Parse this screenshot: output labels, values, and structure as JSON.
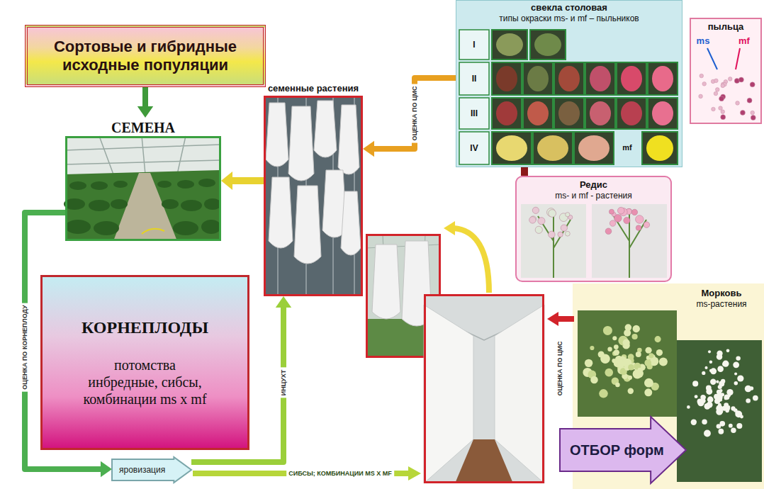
{
  "diagram": {
    "nodes": [
      {
        "text": [
          "Сортовые и гибридные исходные популяции"
        ]
      },
      {
        "text": [
          "СЕМЕНА"
        ]
      },
      {
        "text": [
          "семенные растения"
        ]
      },
      {
        "text": [
          "свекла столовая",
          "типы окраски ms- и mf – пыльников"
        ]
      },
      {
        "text": [
          "пыльца"
        ]
      },
      {
        "text": [
          "Редис",
          "ms- и mf - растения"
        ]
      },
      {
        "text": [
          "Морковь",
          "ms-растения"
        ]
      },
      {
        "text": [
          "КОРНЕПЛОДЫ",
          "потомства инбредные, сибсы, комбинации ms x mf"
        ]
      },
      {
        "text": [
          "яровизация"
        ]
      },
      {
        "text": [
          "ОТБОР форм"
        ]
      }
    ],
    "edges": [
      {
        "from": 0,
        "to": 1,
        "arrow": "to"
      },
      {
        "from": 3,
        "to": 2,
        "label": "ОЦЕНКА ПО ЦМС",
        "arrow": "to"
      },
      {
        "from": 2,
        "to": 1,
        "arrow": "to"
      },
      {
        "from": 1,
        "to": 8,
        "label": "ОЦЕНКА ПО КОРНЕПЛОДУ",
        "arrow": "to"
      },
      {
        "from": 8,
        "to": 2,
        "label": "ИНЦУХТ",
        "arrow": "to"
      },
      {
        "from": 3,
        "to": 5,
        "arrow": "none"
      }
    ],
    "labels": [
      "I",
      "II",
      "III",
      "IV",
      "mf",
      "ms",
      "mf",
      "СИБСЫ; КОМБИНАЦИИ MS X MF",
      "ОЦЕНКА ПО ЦМС"
    ]
  }
}
